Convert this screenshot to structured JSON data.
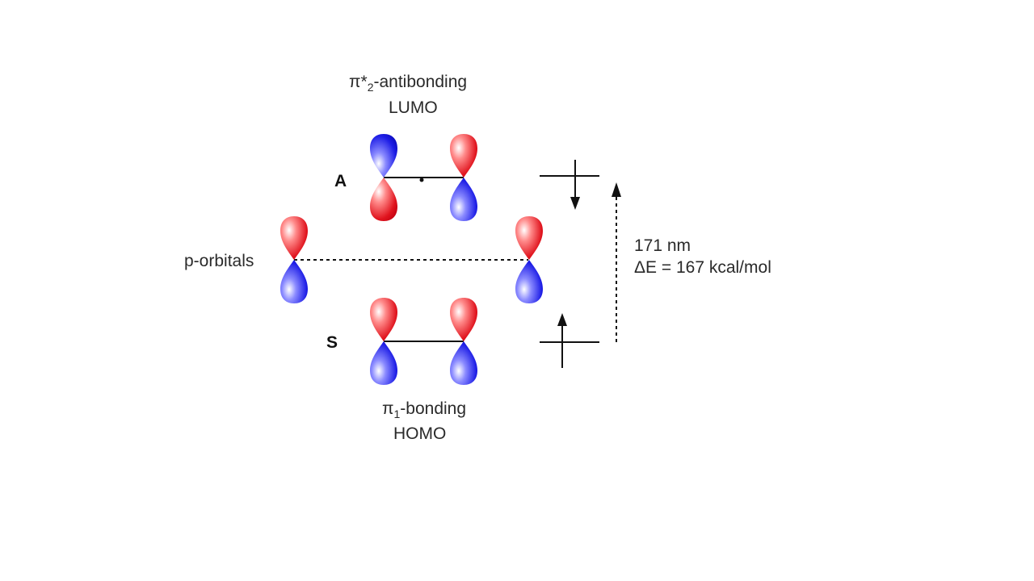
{
  "colors": {
    "positive_lobe": "#e0141e",
    "negative_lobe": "#1e1ee6",
    "line": "#111111",
    "background": "#ffffff"
  },
  "lumo": {
    "greek": "π",
    "star": "*",
    "subscript": "2",
    "suffix": "-antibonding",
    "name": "LUMO",
    "symmetry": "A"
  },
  "homo": {
    "greek": "π",
    "subscript": "1",
    "suffix": "-bonding",
    "name": "HOMO",
    "symmetry": "S"
  },
  "p_orbitals": {
    "label": "p-orbitals"
  },
  "transition": {
    "wavelength": "171 nm",
    "energy": "ΔE = 167 kcal/mol"
  },
  "icons": [
    "p-orbital-lobe-icon",
    "electron-spin-up-icon",
    "electron-spin-down-icon"
  ]
}
